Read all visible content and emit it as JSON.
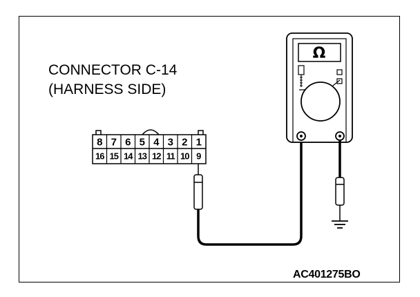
{
  "connector_label": {
    "line1": "CONNECTOR C-14",
    "line2": "(HARNESS SIDE)"
  },
  "connector_pins": {
    "top_row": [
      "8",
      "7",
      "6",
      "5",
      "4",
      "3",
      "2",
      "1"
    ],
    "bottom_row": [
      "16",
      "15",
      "14",
      "13",
      "12",
      "11",
      "10",
      "9"
    ],
    "probed_pin": "9"
  },
  "meter_symbol": "Ω",
  "figure_code": "AC401275BO"
}
